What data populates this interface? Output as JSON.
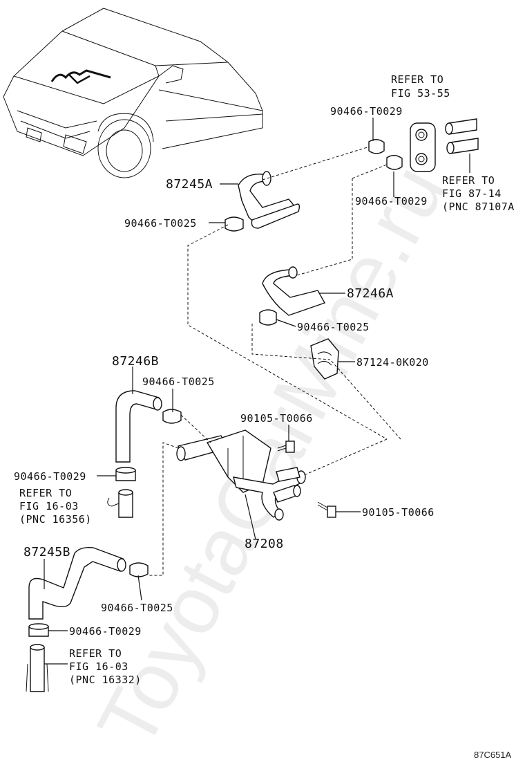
{
  "watermark": "ToyotaCarMine.ru",
  "diagram_code": "87C651A",
  "parts": {
    "p87245a": "87245A",
    "p87246a": "87246A",
    "p87246b": "87246B",
    "p87245b": "87245B",
    "p87208": "87208",
    "p87124": "87124-0K020"
  },
  "clips": {
    "t0029": "90466-T0029",
    "t0025": "90466-T0025"
  },
  "bolts": {
    "t0066": "90105-T0066"
  },
  "references": {
    "refer_to": "REFER TO",
    "fig_53_55": "FIG 53-55",
    "fig_87_14": "FIG 87-14",
    "pnc_87107a": "(PNC 87107A",
    "fig_16_03": "FIG 16-03",
    "pnc_16356": "(PNC 16356)",
    "pnc_16332": "(PNC 16332)"
  },
  "colors": {
    "ink": "#111111",
    "watermark": "#d9d9d9"
  }
}
